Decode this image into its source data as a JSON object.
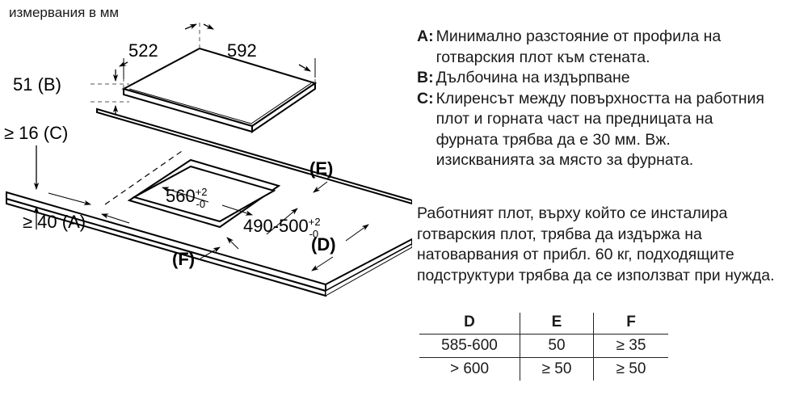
{
  "drawing": {
    "title": "измервания в мм",
    "dimensions": {
      "hob_depth": "522",
      "hob_width": "592",
      "hob_thickness": "51 (B)",
      "worktop_thickness": "≥ 16 (C)",
      "wall_distance": "≥ 40 (A)",
      "cutout_width_value": "560",
      "cutout_width_tol_plus": "+2",
      "cutout_width_tol_minus": "-0",
      "cutout_depth_value": "490-500",
      "cutout_depth_tol_plus": "+2",
      "cutout_depth_tol_minus": "-0"
    },
    "callouts": {
      "e": "(E)",
      "d": "(D)",
      "f": "(F)"
    }
  },
  "legend": {
    "items": [
      {
        "key": "A:",
        "text": "Минимално разстояние от профила на готварския плот към стената."
      },
      {
        "key": "B:",
        "text": "Дълбочина на издърпване"
      },
      {
        "key": "C:",
        "text": "Клиренсът между повърхността на работния плот и горната част на предницата на фурната трябва да е 30 мм. Вж. изискванията за място за фурната."
      }
    ]
  },
  "note": "Работният плот, върху който се инсталира готварския плот, трябва да издържа на натоварвания от прибл. 60 кг, подходящите подструктури трябва да се използват при нужда.",
  "table": {
    "headers": [
      "D",
      "E",
      "F"
    ],
    "rows": [
      [
        "585-600",
        "50",
        "≥ 35"
      ],
      [
        "> 600",
        "≥ 50",
        "≥ 50"
      ]
    ]
  },
  "colors": {
    "ink": "#1a1a1a",
    "line": "#000000",
    "background": "#ffffff"
  }
}
